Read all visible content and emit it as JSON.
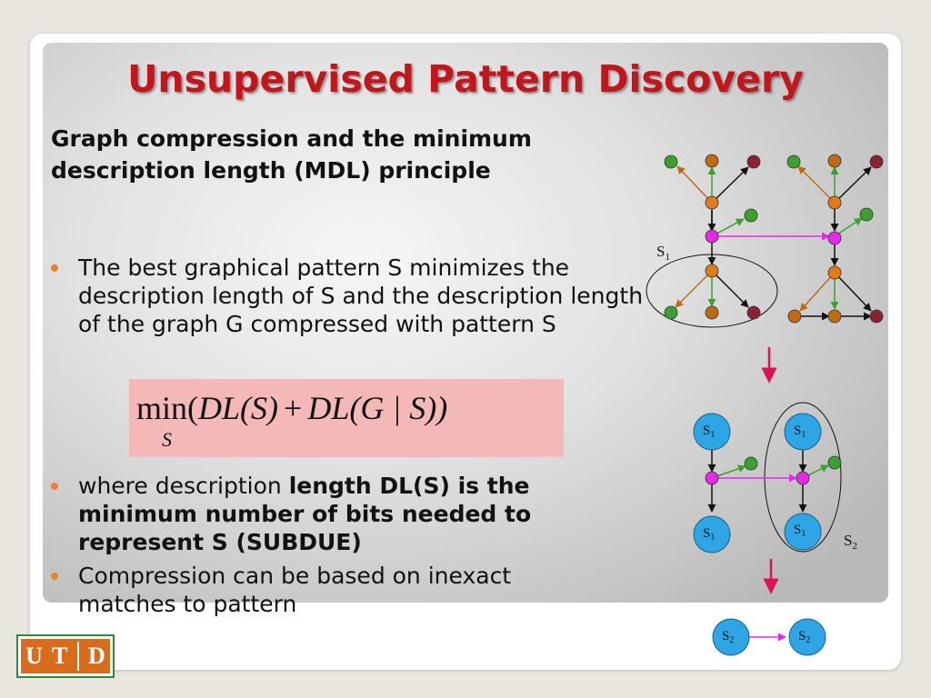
{
  "slide": {
    "title": "Unsupervised Pattern Discovery",
    "subtitle": "Graph compression and the minimum description length (MDL) principle",
    "bullet1": "The best graphical pattern S minimizes the description length of S and the description length of the graph G compressed with pattern S",
    "bullet2_prefix": "where description ",
    "bullet2_bold": "length DL(S) is the minimum number of bits needed to represent S (SUBDUE)",
    "bullet3": "Compression can be based on inexact matches to pattern",
    "formula": {
      "min": "min",
      "open": "(",
      "dl1": "DL",
      "s1": "(S)",
      "plus": "+",
      "dl2": "DL",
      "g": "(G | S))",
      "sub": "S"
    }
  },
  "diagram": {
    "label_s1_top": "S",
    "label_s1_top_sub": "1",
    "label_s2": "S",
    "label_s2_sub": "2",
    "node_s1": "S",
    "node_s1_sub": "1",
    "node_s2": "S",
    "node_s2_sub": "2"
  },
  "logo": {
    "letters": [
      "U",
      "T",
      "D"
    ]
  },
  "colors": {
    "title": "#c0161c",
    "bullet": "#e8832a",
    "formula_bg": "#f4b8b9",
    "node_orange": "#e07b1a",
    "node_green": "#3aa12f",
    "node_darkred": "#8b2233",
    "node_brown": "#c06a16",
    "node_magenta": "#e629e6",
    "node_blue": "#2ea6e6",
    "arrow_red": "#e0105a"
  }
}
